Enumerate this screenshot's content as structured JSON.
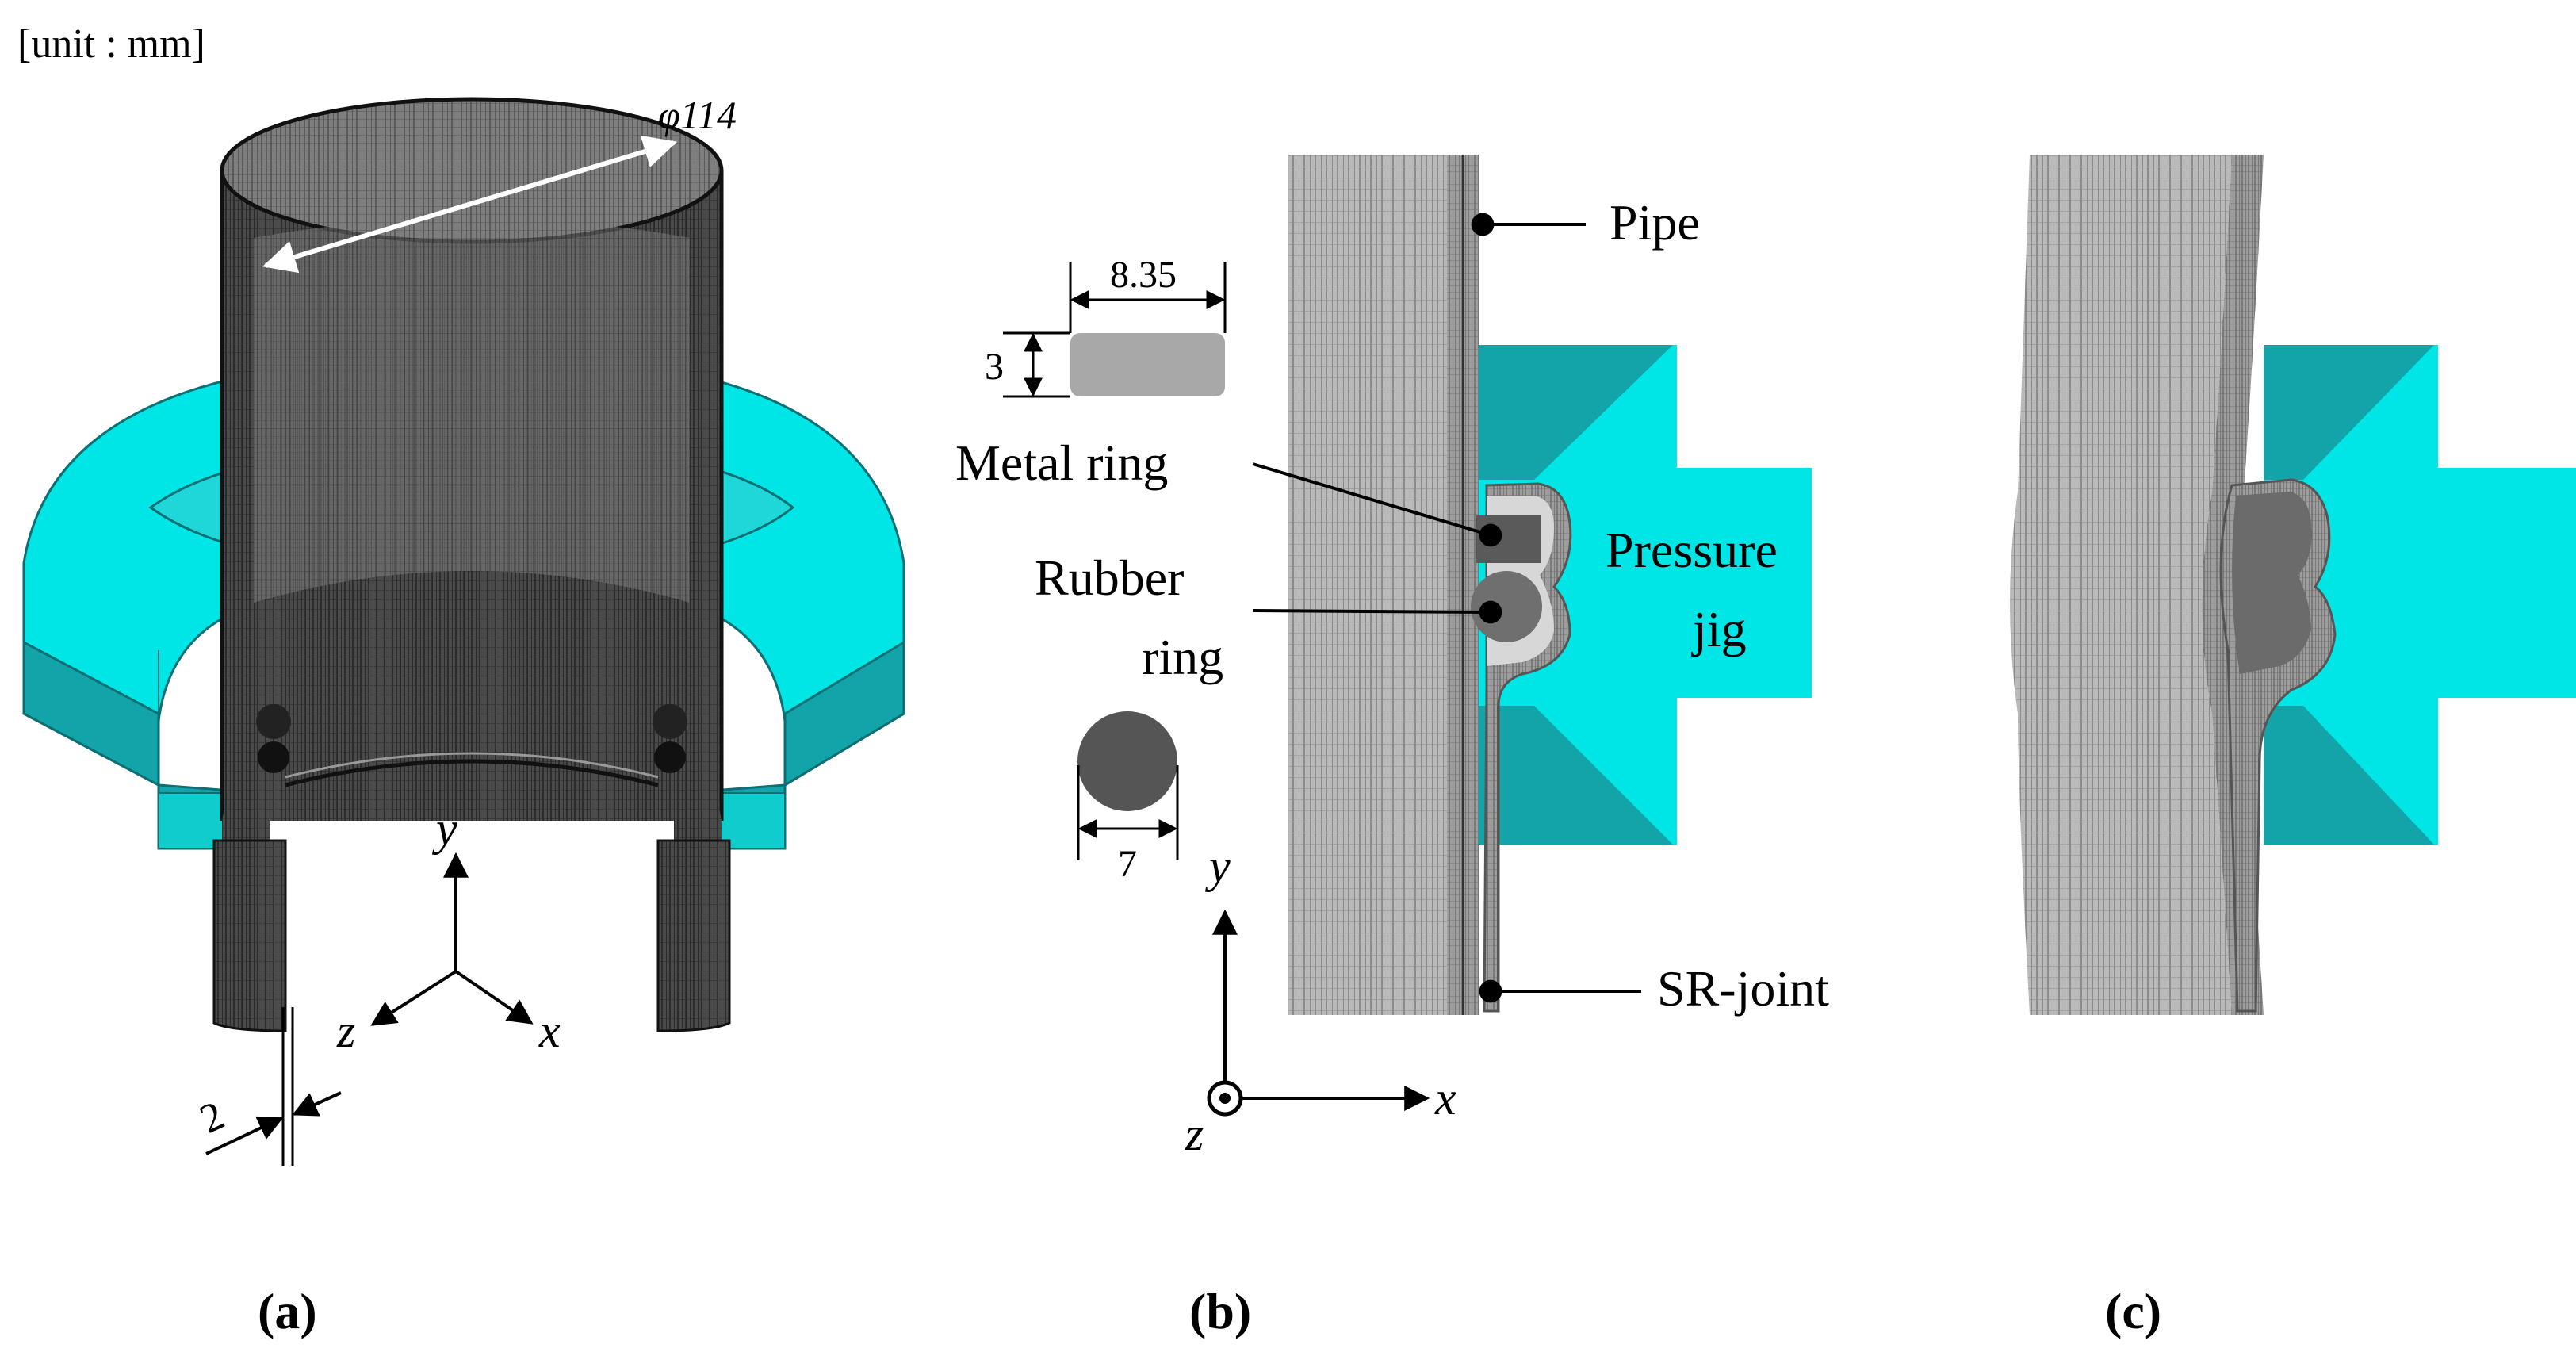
{
  "unit_note": "[unit : mm]",
  "panel_a": {
    "diameter_label": "φ114",
    "thickness_label": "2",
    "axes": {
      "y": "y",
      "x": "x",
      "z": "z"
    },
    "caption": "(a)"
  },
  "panel_b": {
    "metal_ring_width": "8.35",
    "metal_ring_height": "3",
    "rubber_ring_diameter": "7",
    "labels": {
      "pipe": "Pipe",
      "metal_ring": "Metal ring",
      "rubber_ring_1": "Rubber",
      "rubber_ring_2": "ring",
      "pressure_jig_1": "Pressure",
      "pressure_jig_2": "jig",
      "sr_joint": "SR-joint"
    },
    "axes": {
      "y": "y",
      "x": "x",
      "z": "z"
    },
    "caption": "(b)"
  },
  "panel_c": {
    "caption": "(c)"
  },
  "colors": {
    "jig": "#00e5e5",
    "jig_shadow": "#12a4a8",
    "mesh_dark": "#3a3a3a",
    "mesh_mid": "#8a8a8a",
    "metal_ring": "#a8a8a8",
    "rubber_ring": "#555555"
  }
}
